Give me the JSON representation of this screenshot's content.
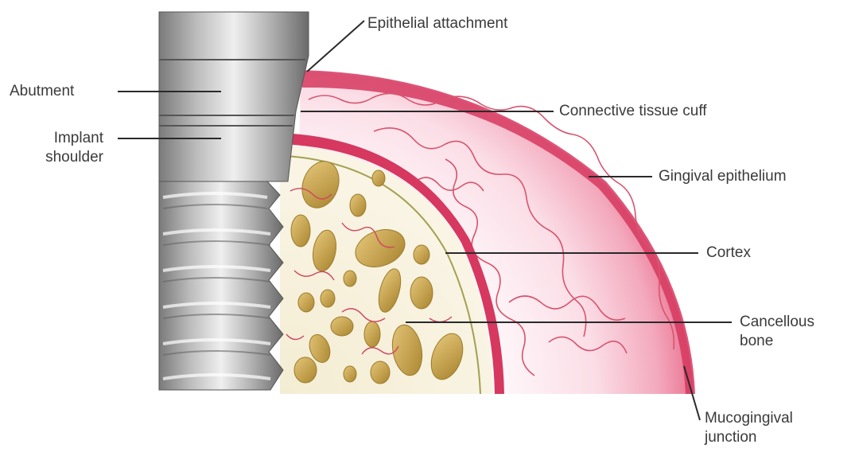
{
  "labels": {
    "epithelial_attachment": "Epithelial attachment",
    "abutment": "Abutment",
    "implant_shoulder_1": "Implant",
    "implant_shoulder_2": "shoulder",
    "connective_tissue_cuff": "Connective tissue cuff",
    "gingival_epithelium": "Gingival epithelium",
    "cortex": "Cortex",
    "cancellous_bone_1": "Cancellous",
    "cancellous_bone_2": "bone",
    "mucogingival_junction_1": "Mucogingival",
    "mucogingival_junction_2": "junction"
  },
  "colors": {
    "gingiva_dark": "#d6385f",
    "gingiva_light": "#fbe3ea",
    "bone_matrix": "#f7f1dc",
    "bone_trabeculae": "#c9a24a",
    "metal_dark": "#6e6e6e",
    "metal_light": "#e4e4e4"
  }
}
